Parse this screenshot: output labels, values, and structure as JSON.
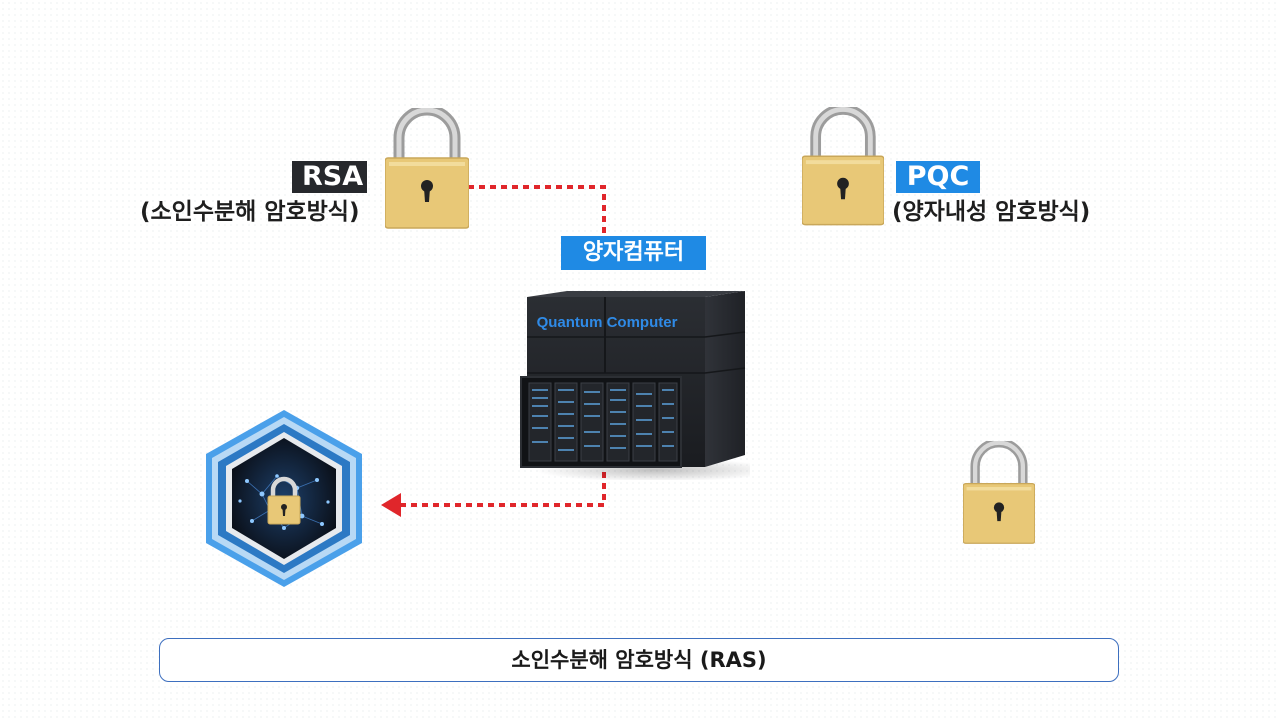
{
  "diagram": {
    "rsa": {
      "tag": "RSA",
      "subtitle": "(소인수분해 암호방식)"
    },
    "pqc": {
      "tag": "PQC",
      "subtitle": "(양자내성 암호방식)"
    },
    "quantum_computer": {
      "label": "양자컴퓨터",
      "cabinet_text": "Quantum Computer"
    },
    "caption": "소인수분해 암호방식 (RAS)"
  },
  "colors": {
    "accent_blue": "#1f8ae4",
    "dark_tag": "#26282c",
    "arrow_red": "#e0262b",
    "lock_gold": "#e8c877",
    "caption_border": "#3d6fbf"
  }
}
